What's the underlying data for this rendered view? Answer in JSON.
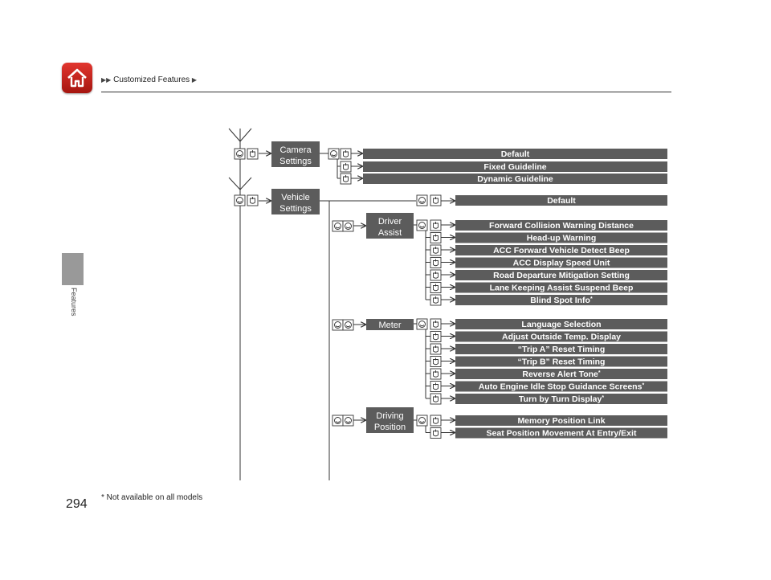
{
  "header": {
    "breadcrumb_arrows": "▶▶",
    "breadcrumb": "Customized Features",
    "breadcrumb_end_arrow": "▶"
  },
  "side_tab": {
    "label": "Features"
  },
  "page_number": "294",
  "footnote": "* Not available on all models",
  "colors": {
    "accent_red": "#c8241d",
    "bar_gray": "#5c5c5c",
    "line": "#333333",
    "tab_gray": "#999999"
  },
  "icons": {
    "home": "home-icon",
    "phone_button": "phone-button-icon",
    "voice_button": "voice-button-icon",
    "talk_button": "talk-button-icon"
  },
  "categories": {
    "camera": {
      "line1": "Camera",
      "line2": "Settings"
    },
    "vehicle": {
      "line1": "Vehicle",
      "line2": "Settings"
    },
    "driver_assist": {
      "line1": "Driver",
      "line2": "Assist"
    },
    "meter": {
      "line1": "Meter",
      "line2": ""
    },
    "driving_position": {
      "line1": "Driving",
      "line2": "Position"
    }
  },
  "camera_items": [
    "Default",
    "Fixed Guideline",
    "Dynamic Guideline"
  ],
  "vehicle_default": "Default",
  "driver_assist_items": [
    "Forward Collision Warning Distance",
    "Head-up Warning",
    "ACC Forward Vehicle Detect Beep",
    "ACC Display Speed Unit",
    "Road Departure Mitigation Setting",
    "Lane Keeping Assist Suspend Beep",
    "Blind Spot Info*"
  ],
  "meter_items": [
    "Language Selection",
    "Adjust Outside Temp. Display",
    "“Trip A” Reset Timing",
    "“Trip B” Reset Timing",
    "Reverse Alert Tone*",
    "Auto Engine Idle Stop Guidance Screens*",
    "Turn by Turn Display*"
  ],
  "driving_position_items": [
    "Memory Position Link",
    "Seat Position Movement At Entry/Exit"
  ]
}
